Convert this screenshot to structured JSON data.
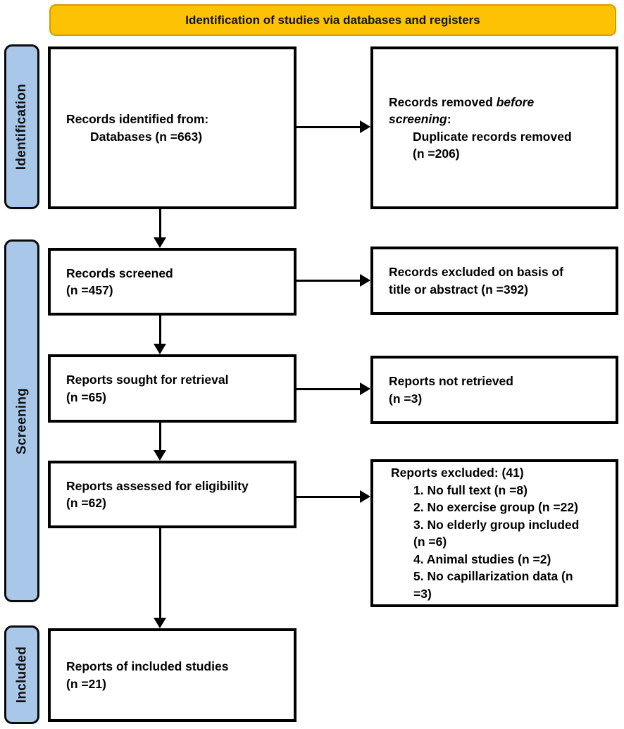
{
  "banner": {
    "title": "Identification of studies via databases and registers"
  },
  "stages": [
    {
      "label": "Identification"
    },
    {
      "label": "Screening"
    },
    {
      "label": "Included"
    }
  ],
  "boxes": {
    "records_identified": {
      "line1": "Records identified from:",
      "line2": "Databases (n =663)"
    },
    "records_removed": {
      "line1_pre": "Records removed ",
      "line1_italic": "before",
      "line2_italic": "screening",
      "line2_post": ":",
      "line3": "Duplicate records removed",
      "line4": "(n =206)"
    },
    "records_screened": {
      "line1": "Records screened",
      "line2": "(n =457)"
    },
    "records_excluded": {
      "line1": "Records excluded on basis of",
      "line2": "title or abstract (n =392)"
    },
    "reports_sought": {
      "line1": "Reports sought for retrieval",
      "line2": "(n =65)"
    },
    "reports_not_retrieved": {
      "line1": "Reports not retrieved",
      "line2": "(n =3)"
    },
    "reports_assessed": {
      "line1": "Reports assessed for eligibility",
      "line2": "(n =62)"
    },
    "reports_excluded": {
      "title": "Reports excluded: (41)",
      "lines": [
        "1. No full text (n =8)",
        "2. No exercise group (n =22)",
        "3. No elderly group included",
        "(n =6)",
        "4. Animal studies (n =2)",
        "5. No capillarization data (n",
        "=3)"
      ]
    },
    "reports_included": {
      "line1": "Reports of included studies",
      "line2": "(n =21)"
    }
  },
  "colors": {
    "banner_fill": "#FCC203",
    "banner_border": "#D79B00",
    "stage_fill": "#A9C8E9",
    "box_border": "#000000",
    "text": "#000000"
  }
}
